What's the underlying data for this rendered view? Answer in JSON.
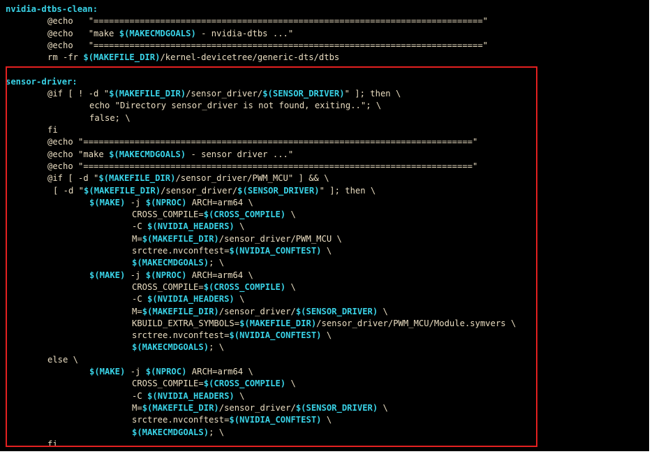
{
  "colors": {
    "background": "#000000",
    "text": "#e9dcc0",
    "variable": "#39d2e6",
    "highlight_border": "#e32020"
  },
  "lines": [
    {
      "indent": 0,
      "tokens": [
        {
          "t": "target",
          "v": "nvidia-dtbs-clean:"
        }
      ]
    },
    {
      "indent": 60,
      "tokens": [
        {
          "t": "plain",
          "v": "@echo   \"============================================================================\""
        }
      ]
    },
    {
      "indent": 60,
      "tokens": [
        {
          "t": "plain",
          "v": "@echo   \"make "
        },
        {
          "t": "var",
          "v": "$(MAKECMDGOALS)"
        },
        {
          "t": "plain",
          "v": " - nvidia-dtbs ...\""
        }
      ]
    },
    {
      "indent": 60,
      "tokens": [
        {
          "t": "plain",
          "v": "@echo   \"============================================================================\""
        }
      ]
    },
    {
      "indent": 60,
      "tokens": [
        {
          "t": "plain",
          "v": "rm -fr "
        },
        {
          "t": "var",
          "v": "$(MAKEFILE_DIR)"
        },
        {
          "t": "plain",
          "v": "/kernel-devicetree/generic-dts/dtbs"
        }
      ]
    },
    {
      "indent": 0,
      "tokens": []
    },
    {
      "indent": 0,
      "tokens": [
        {
          "t": "target",
          "v": "sensor-driver:"
        }
      ]
    },
    {
      "indent": 60,
      "tokens": [
        {
          "t": "plain",
          "v": "@if [ ! -d \""
        },
        {
          "t": "var",
          "v": "$(MAKEFILE_DIR)"
        },
        {
          "t": "plain",
          "v": "/sensor_driver/"
        },
        {
          "t": "var",
          "v": "$(SENSOR_DRIVER)"
        },
        {
          "t": "plain",
          "v": "\" ]; then \\"
        }
      ]
    },
    {
      "indent": 120,
      "tokens": [
        {
          "t": "plain",
          "v": "echo \"Directory sensor_driver is not found, exiting..\"; \\"
        }
      ]
    },
    {
      "indent": 120,
      "tokens": [
        {
          "t": "plain",
          "v": "false; \\"
        }
      ]
    },
    {
      "indent": 60,
      "tokens": [
        {
          "t": "plain",
          "v": "fi"
        }
      ]
    },
    {
      "indent": 60,
      "tokens": [
        {
          "t": "plain",
          "v": "@echo \"============================================================================\""
        }
      ]
    },
    {
      "indent": 60,
      "tokens": [
        {
          "t": "plain",
          "v": "@echo \"make "
        },
        {
          "t": "var",
          "v": "$(MAKECMDGOALS)"
        },
        {
          "t": "plain",
          "v": " - sensor driver ...\""
        }
      ]
    },
    {
      "indent": 60,
      "tokens": [
        {
          "t": "plain",
          "v": "@echo \"============================================================================\""
        }
      ]
    },
    {
      "indent": 60,
      "tokens": [
        {
          "t": "plain",
          "v": "@if [ -d \""
        },
        {
          "t": "var",
          "v": "$(MAKEFILE_DIR)"
        },
        {
          "t": "plain",
          "v": "/sensor_driver/PWM_MCU\" ] && \\"
        }
      ]
    },
    {
      "indent": 68,
      "tokens": [
        {
          "t": "plain",
          "v": "[ -d \""
        },
        {
          "t": "var",
          "v": "$(MAKEFILE_DIR)"
        },
        {
          "t": "plain",
          "v": "/sensor_driver/"
        },
        {
          "t": "var",
          "v": "$(SENSOR_DRIVER)"
        },
        {
          "t": "plain",
          "v": "\" ]; then \\"
        }
      ]
    },
    {
      "indent": 120,
      "tokens": [
        {
          "t": "var",
          "v": "$(MAKE)"
        },
        {
          "t": "plain",
          "v": " -j "
        },
        {
          "t": "var",
          "v": "$(NPROC)"
        },
        {
          "t": "plain",
          "v": " ARCH=arm64 \\"
        }
      ]
    },
    {
      "indent": 181,
      "tokens": [
        {
          "t": "plain",
          "v": "CROSS_COMPILE="
        },
        {
          "t": "var",
          "v": "$(CROSS_COMPILE)"
        },
        {
          "t": "plain",
          "v": " \\"
        }
      ]
    },
    {
      "indent": 181,
      "tokens": [
        {
          "t": "plain",
          "v": "-C "
        },
        {
          "t": "var",
          "v": "$(NVIDIA_HEADERS)"
        },
        {
          "t": "plain",
          "v": " \\"
        }
      ]
    },
    {
      "indent": 181,
      "tokens": [
        {
          "t": "plain",
          "v": "M="
        },
        {
          "t": "var",
          "v": "$(MAKEFILE_DIR)"
        },
        {
          "t": "plain",
          "v": "/sensor_driver/PWM_MCU \\"
        }
      ]
    },
    {
      "indent": 181,
      "tokens": [
        {
          "t": "plain",
          "v": "srctree.nvconftest="
        },
        {
          "t": "var",
          "v": "$(NVIDIA_CONFTEST)"
        },
        {
          "t": "plain",
          "v": " \\"
        }
      ]
    },
    {
      "indent": 181,
      "tokens": [
        {
          "t": "var",
          "v": "$(MAKECMDGOALS)"
        },
        {
          "t": "plain",
          "v": "; \\"
        }
      ]
    },
    {
      "indent": 120,
      "tokens": [
        {
          "t": "var",
          "v": "$(MAKE)"
        },
        {
          "t": "plain",
          "v": " -j "
        },
        {
          "t": "var",
          "v": "$(NPROC)"
        },
        {
          "t": "plain",
          "v": " ARCH=arm64 \\"
        }
      ]
    },
    {
      "indent": 181,
      "tokens": [
        {
          "t": "plain",
          "v": "CROSS_COMPILE="
        },
        {
          "t": "var",
          "v": "$(CROSS_COMPILE)"
        },
        {
          "t": "plain",
          "v": " \\"
        }
      ]
    },
    {
      "indent": 181,
      "tokens": [
        {
          "t": "plain",
          "v": "-C "
        },
        {
          "t": "var",
          "v": "$(NVIDIA_HEADERS)"
        },
        {
          "t": "plain",
          "v": " \\"
        }
      ]
    },
    {
      "indent": 181,
      "tokens": [
        {
          "t": "plain",
          "v": "M="
        },
        {
          "t": "var",
          "v": "$(MAKEFILE_DIR)"
        },
        {
          "t": "plain",
          "v": "/sensor_driver/"
        },
        {
          "t": "var",
          "v": "$(SENSOR_DRIVER)"
        },
        {
          "t": "plain",
          "v": " \\"
        }
      ]
    },
    {
      "indent": 181,
      "tokens": [
        {
          "t": "plain",
          "v": "KBUILD_EXTRA_SYMBOLS="
        },
        {
          "t": "var",
          "v": "$(MAKEFILE_DIR)"
        },
        {
          "t": "plain",
          "v": "/sensor_driver/PWM_MCU/Module.symvers \\"
        }
      ]
    },
    {
      "indent": 181,
      "tokens": [
        {
          "t": "plain",
          "v": "srctree.nvconftest="
        },
        {
          "t": "var",
          "v": "$(NVIDIA_CONFTEST)"
        },
        {
          "t": "plain",
          "v": " \\"
        }
      ]
    },
    {
      "indent": 181,
      "tokens": [
        {
          "t": "var",
          "v": "$(MAKECMDGOALS)"
        },
        {
          "t": "plain",
          "v": "; \\"
        }
      ]
    },
    {
      "indent": 60,
      "tokens": [
        {
          "t": "plain",
          "v": "else \\"
        }
      ]
    },
    {
      "indent": 120,
      "tokens": [
        {
          "t": "var",
          "v": "$(MAKE)"
        },
        {
          "t": "plain",
          "v": " -j "
        },
        {
          "t": "var",
          "v": "$(NPROC)"
        },
        {
          "t": "plain",
          "v": " ARCH=arm64 \\"
        }
      ]
    },
    {
      "indent": 181,
      "tokens": [
        {
          "t": "plain",
          "v": "CROSS_COMPILE="
        },
        {
          "t": "var",
          "v": "$(CROSS_COMPILE)"
        },
        {
          "t": "plain",
          "v": " \\"
        }
      ]
    },
    {
      "indent": 181,
      "tokens": [
        {
          "t": "plain",
          "v": "-C "
        },
        {
          "t": "var",
          "v": "$(NVIDIA_HEADERS)"
        },
        {
          "t": "plain",
          "v": " \\"
        }
      ]
    },
    {
      "indent": 181,
      "tokens": [
        {
          "t": "plain",
          "v": "M="
        },
        {
          "t": "var",
          "v": "$(MAKEFILE_DIR)"
        },
        {
          "t": "plain",
          "v": "/sensor_driver/"
        },
        {
          "t": "var",
          "v": "$(SENSOR_DRIVER)"
        },
        {
          "t": "plain",
          "v": " \\"
        }
      ]
    },
    {
      "indent": 181,
      "tokens": [
        {
          "t": "plain",
          "v": "srctree.nvconftest="
        },
        {
          "t": "var",
          "v": "$(NVIDIA_CONFTEST)"
        },
        {
          "t": "plain",
          "v": " \\"
        }
      ]
    },
    {
      "indent": 181,
      "tokens": [
        {
          "t": "var",
          "v": "$(MAKECMDGOALS)"
        },
        {
          "t": "plain",
          "v": "; \\"
        }
      ]
    },
    {
      "indent": 60,
      "tokens": [
        {
          "t": "plain",
          "v": "fi"
        }
      ]
    }
  ]
}
